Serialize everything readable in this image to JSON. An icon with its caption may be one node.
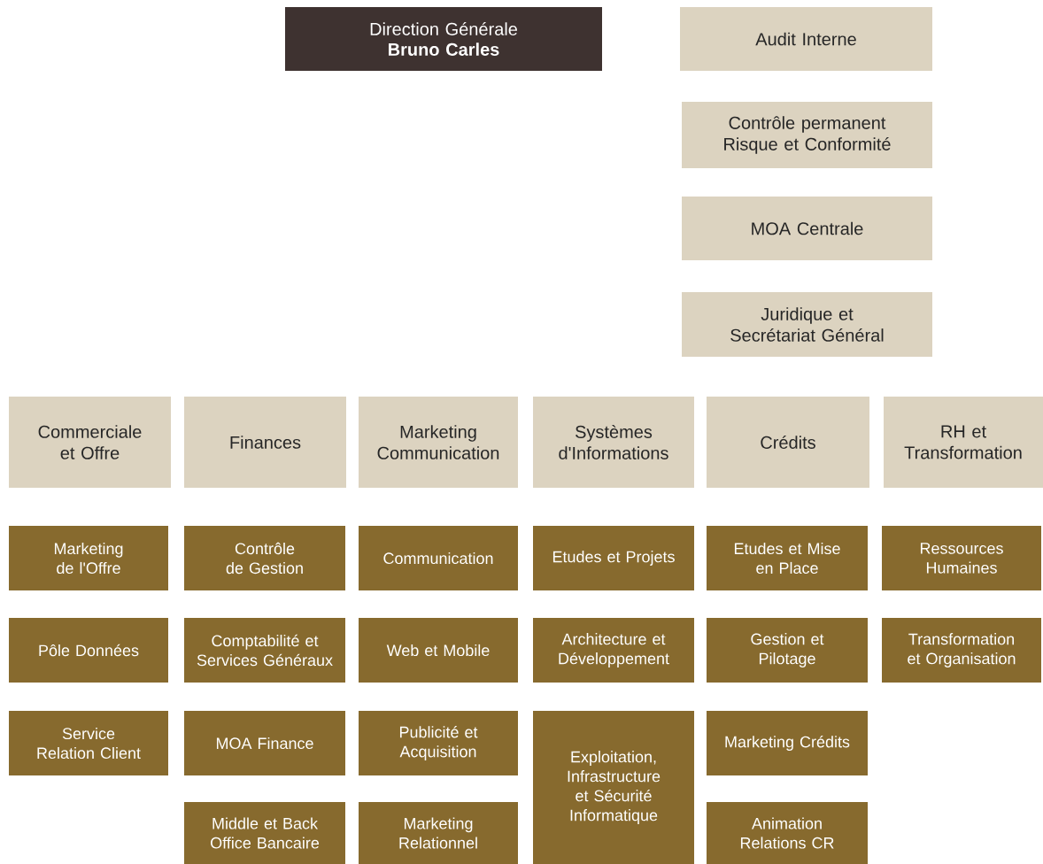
{
  "diagram": {
    "nodes": [
      {
        "text": [
          "Direction Générale",
          "Bruno Carles"
        ]
      },
      {
        "text": [
          "Audit Interne"
        ]
      },
      {
        "text": [
          "Contrôle permanent Risque et Conformité"
        ]
      },
      {
        "text": [
          "MOA Centrale"
        ]
      },
      {
        "text": [
          "Juridique et Secrétariat Général"
        ]
      },
      {
        "text": [
          "Commerciale et Offre"
        ]
      },
      {
        "text": [
          "Finances"
        ]
      },
      {
        "text": [
          "Marketing Communication"
        ]
      },
      {
        "text": [
          "Systèmes d'Informations"
        ]
      },
      {
        "text": [
          "Crédits"
        ]
      },
      {
        "text": [
          "RH et Transformation"
        ]
      },
      {
        "text": [
          "Marketing de l'Offre"
        ]
      },
      {
        "text": [
          "Contrôle de Gestion"
        ]
      },
      {
        "text": [
          "Communication"
        ]
      },
      {
        "text": [
          "Etudes et Projets"
        ]
      },
      {
        "text": [
          "Etudes et Mise en Place"
        ]
      },
      {
        "text": [
          "Ressources Humaines"
        ]
      },
      {
        "text": [
          "Pôle Données"
        ]
      },
      {
        "text": [
          "Comptabilité et Services Généraux"
        ]
      },
      {
        "text": [
          "Web et Mobile"
        ]
      },
      {
        "text": [
          "Architecture et Développement"
        ]
      },
      {
        "text": [
          "Gestion et Pilotage"
        ]
      },
      {
        "text": [
          "Transformation et Organisation"
        ]
      },
      {
        "text": [
          "Service Relation Client"
        ]
      },
      {
        "text": [
          "MOA Finance"
        ]
      },
      {
        "text": [
          "Publicité et Acquisition"
        ]
      },
      {
        "text": [
          "Exploitation, Infrastructure et Sécurité Informatique"
        ]
      },
      {
        "text": [
          "Marketing Crédits"
        ]
      },
      {
        "text": [
          "Middle et Back Office Bancaire"
        ]
      },
      {
        "text": [
          "Marketing Relationnel"
        ]
      },
      {
        "text": [
          "Animation Relations CR"
        ]
      }
    ]
  }
}
